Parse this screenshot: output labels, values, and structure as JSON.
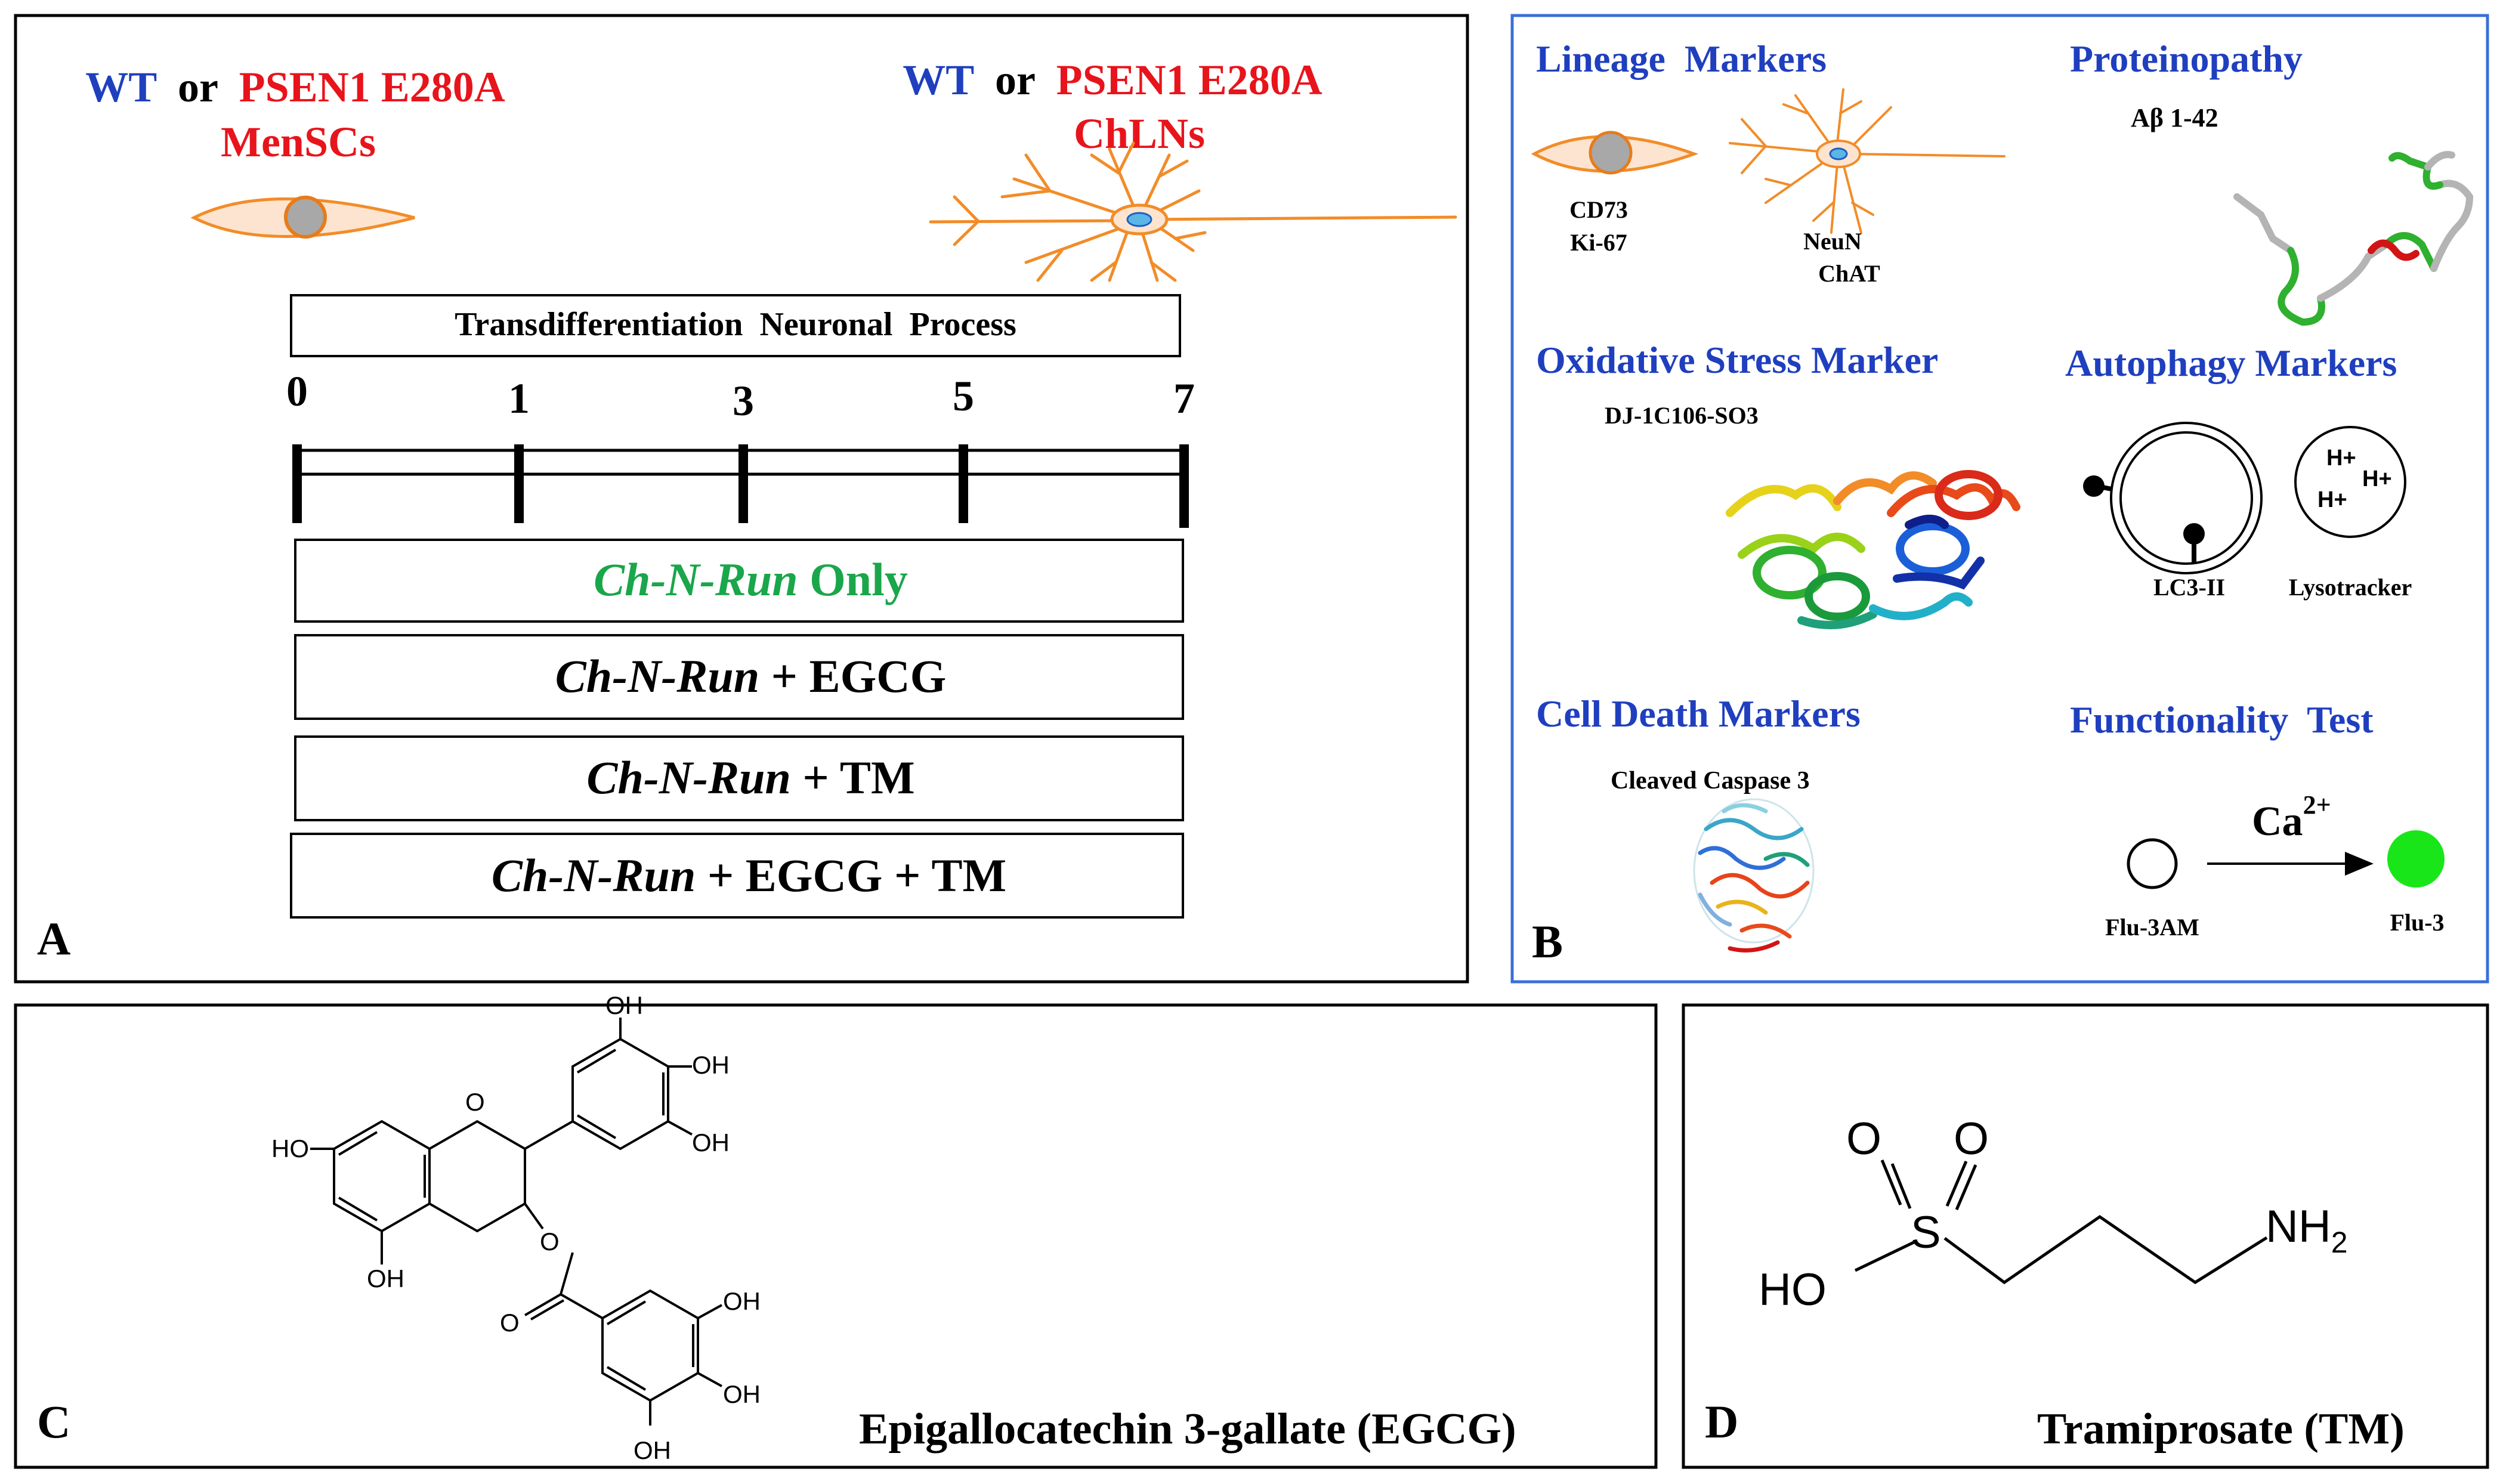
{
  "panel_a": {
    "letter": "A",
    "left_cell": {
      "wt": "WT",
      "or": "or",
      "mutation": "PSEN1 E280A",
      "cell": "MenSCs"
    },
    "right_cell": {
      "wt": "WT",
      "or": "or",
      "mutation": "PSEN1 E280A",
      "cell": "ChLNs"
    },
    "process_label": "Transdifferentiation  Neuronal  Process",
    "days": [
      "0",
      "1",
      "3",
      "5",
      "7"
    ],
    "conditions": [
      {
        "italic": "Ch-N-Run",
        "rest": " Only"
      },
      {
        "italic": "Ch-N-Run",
        "rest": " + EGCG"
      },
      {
        "italic": "Ch-N-Run",
        "rest": " + TM"
      },
      {
        "italic": "Ch-N-Run",
        "rest": " + EGCG + TM"
      }
    ],
    "colors": {
      "wt": "#1f3fbf",
      "mutation": "#e8141c",
      "only": "#1aa64a",
      "cell": "#f28c28"
    }
  },
  "panel_b": {
    "letter": "B",
    "lineage": {
      "title": "Lineage  Markers",
      "menscs_markers": [
        "CD73",
        "Ki-67"
      ],
      "neuron_markers": [
        "NeuN",
        "ChAT"
      ]
    },
    "proteinopathy": {
      "title": "Proteinopathy",
      "label": "Aβ 1-42"
    },
    "oxidative": {
      "title": "Oxidative Stress Marker",
      "label": "DJ-1C106-SO3"
    },
    "autophagy": {
      "title": "Autophagy Markers",
      "lc3_label": "LC3-II",
      "lyso_label": "Lysotracker",
      "protons": [
        "H+",
        "H+",
        "H+"
      ]
    },
    "cell_death": {
      "title": "Cell Death Markers",
      "label": "Cleaved Caspase 3"
    },
    "functionality": {
      "title": "Functionality  Test",
      "ion": "Ca",
      "charge": "2+",
      "from_label": "Flu-3AM",
      "to_label": "Flu-3"
    },
    "colors": {
      "title": "#1f3fbf",
      "border": "#3a6fd8",
      "flu3": "#19e619"
    }
  },
  "panel_c": {
    "letter": "C",
    "caption": "Epigallocatechin 3-gallate (EGCG)",
    "atoms": [
      "OH",
      "OH",
      "OH",
      "HO",
      "O",
      "OH",
      "O",
      "O",
      "OH",
      "OH",
      "OH"
    ]
  },
  "panel_d": {
    "letter": "D",
    "caption": "Tramiprosate (TM)",
    "atoms": {
      "o1": "O",
      "o2": "O",
      "s": "S",
      "ho": "HO",
      "nh": "NH",
      "sub": "2"
    }
  }
}
